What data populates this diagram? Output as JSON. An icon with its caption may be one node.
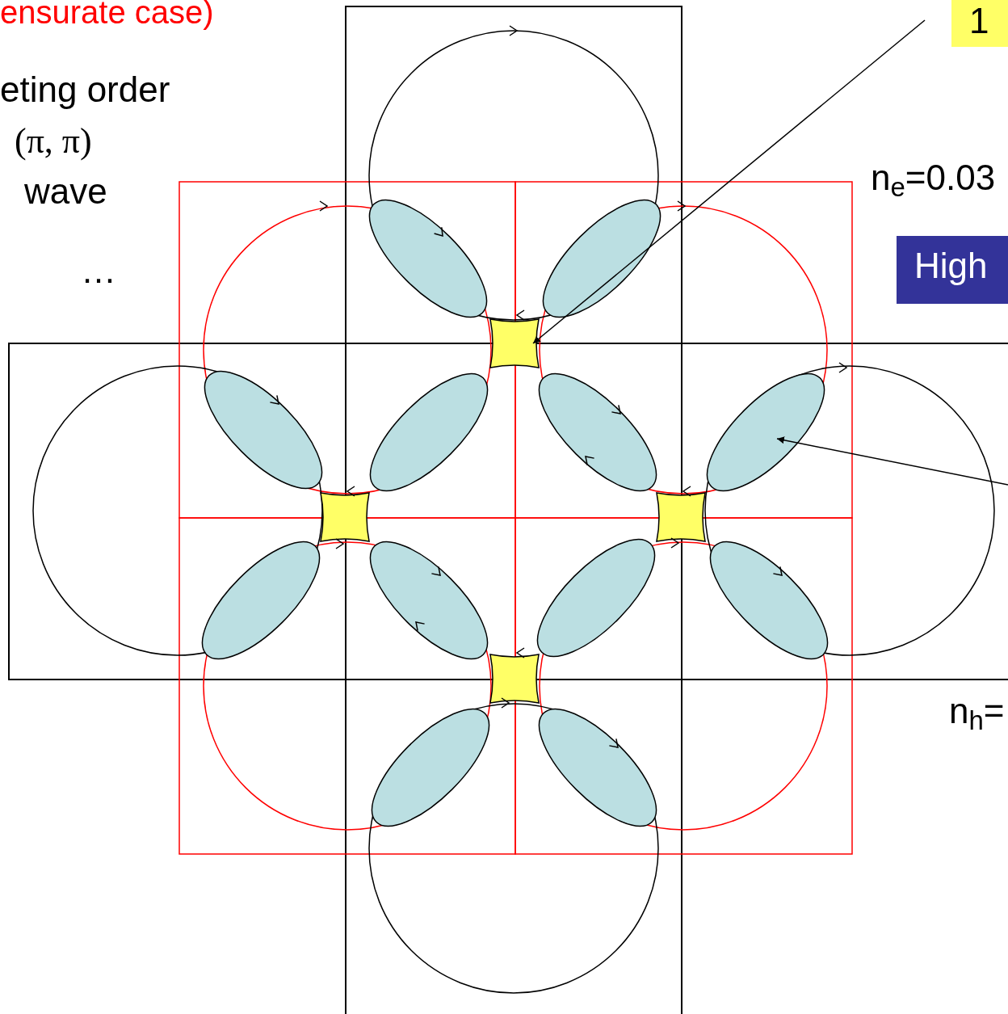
{
  "diagram": {
    "nodes": [
      {
        "text": [
          "1"
        ]
      },
      {
        "text": [],
        "shape": "box"
      },
      {
        "text": [],
        "shape": "ellipse"
      }
    ],
    "edges": [
      {
        "from": 0,
        "to": 1,
        "arrow": "to"
      },
      {
        "from": null,
        "to": 2,
        "arrow": "to"
      }
    ],
    "labels": [
      "ensurate case)",
      "eting order",
      "(π, π)",
      "wave",
      "…",
      "n$_{e}$=0.03",
      "High",
      "n$_{h}$="
    ]
  }
}
